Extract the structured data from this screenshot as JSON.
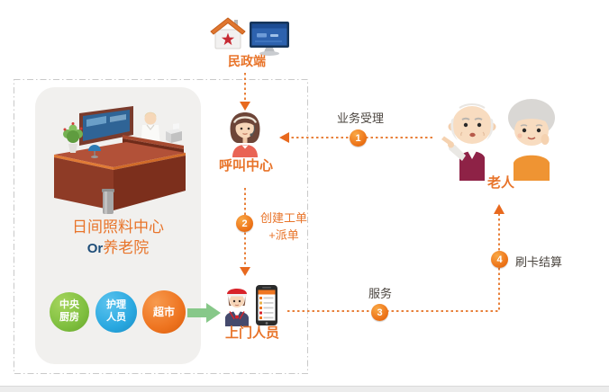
{
  "colors": {
    "accent_orange": "#e8742a",
    "flow_line_orange": "#e8813b",
    "dark_label": "#4a443e",
    "or_blue": "#1f4e79",
    "bubble_green": "#7fbf3f",
    "bubble_blue": "#29a8e0",
    "bubble_orange": "#ee7420",
    "boundary_gray": "#c9c9c9"
  },
  "nodes": {
    "civil_affairs": {
      "label": "民政端"
    },
    "call_center": {
      "label": "呼叫中心"
    },
    "elderly": {
      "label": "老人"
    },
    "field_staff": {
      "label": "上门人员"
    },
    "care_center": {
      "name_line1": "日间照料中心",
      "or": "Or",
      "name_line2": "养老院"
    }
  },
  "bubbles": [
    {
      "line1": "中央",
      "line2": "厨房"
    },
    {
      "line1": "护理",
      "line2": "人员"
    },
    {
      "line1": "超市",
      "line2": ""
    }
  ],
  "flows": [
    {
      "num": "1",
      "label": "业务受理"
    },
    {
      "num": "2",
      "label_line1": "创建工单",
      "label_line2": "+派单"
    },
    {
      "num": "3",
      "label": "服务"
    },
    {
      "num": "4",
      "label": "刷卡结算"
    }
  ]
}
